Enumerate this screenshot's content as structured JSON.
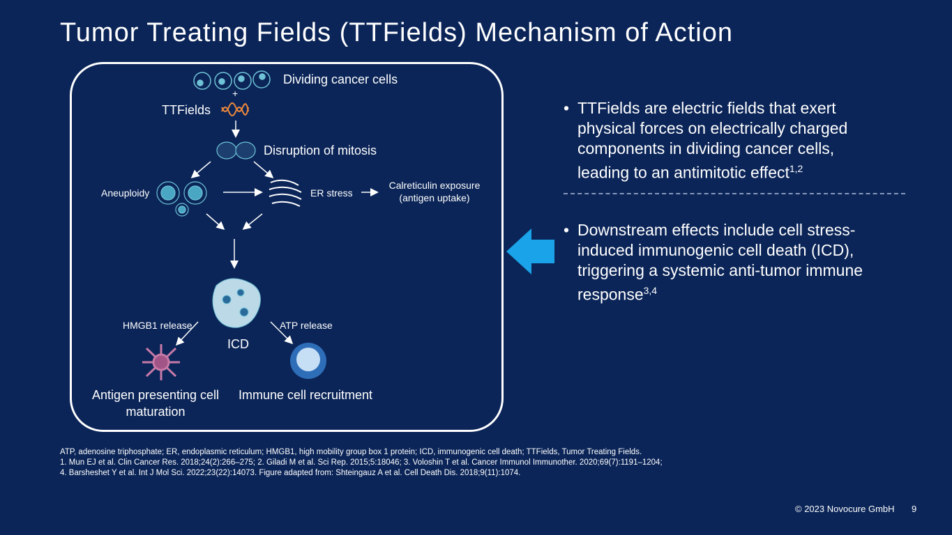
{
  "title": "Tumor Treating Fields (TTFields) Mechanism of Action",
  "diagram": {
    "dividing": "Dividing cancer cells",
    "plus": "+",
    "ttfields": "TTFields",
    "disruption": "Disruption of mitosis",
    "aneuploidy": "Aneuploidy",
    "er_stress": "ER stress",
    "calreticulin": "Calreticulin exposure",
    "antigen_uptake": "(antigen uptake)",
    "hmgb1": "HMGB1 release",
    "atp": "ATP release",
    "icd": "ICD",
    "apc1": "Antigen presenting cell",
    "apc2": "maturation",
    "immune": "Immune cell recruitment"
  },
  "bullets": [
    {
      "dot": "•",
      "lines": [
        "TTFields are electric fields that exert",
        "physical forces on electrically charged",
        "components in dividing cancer cells,",
        "leading to an antimitotic effect"
      ],
      "sup": "1,2"
    },
    {
      "dot": "•",
      "lines": [
        "Downstream effects include cell stress-",
        "induced immunogenic cell death (ICD),",
        "triggering a systemic anti-tumor immune",
        "response"
      ],
      "sup": "3,4"
    }
  ],
  "colors": {
    "background": "#0b2558",
    "arrow": "#1aa3e8",
    "cell": "#6fc3d6",
    "wave": "#f08a3c"
  },
  "footnotes": [
    "ATP, adenosine triphosphate; ER, endoplasmic reticulum; HMGB1, high mobility group box 1 protein; ICD, immunogenic cell death; TTFields, Tumor Treating Fields.",
    "1. Mun EJ et al. Clin Cancer Res. 2018;24(2):266–275; 2. Giladi M et al. Sci Rep. 2015;5:18046; 3. Voloshin T et al. Cancer Immunol Immunother. 2020;69(7):1191–1204;",
    "4. Barsheshet Y et al. Int J Mol Sci. 2022;23(22):14073. Figure adapted from: Shteingauz A et al. Cell Death Dis. 2018;9(11):1074."
  ],
  "copyright": "© 2023 Novocure GmbH",
  "page_number": "9"
}
